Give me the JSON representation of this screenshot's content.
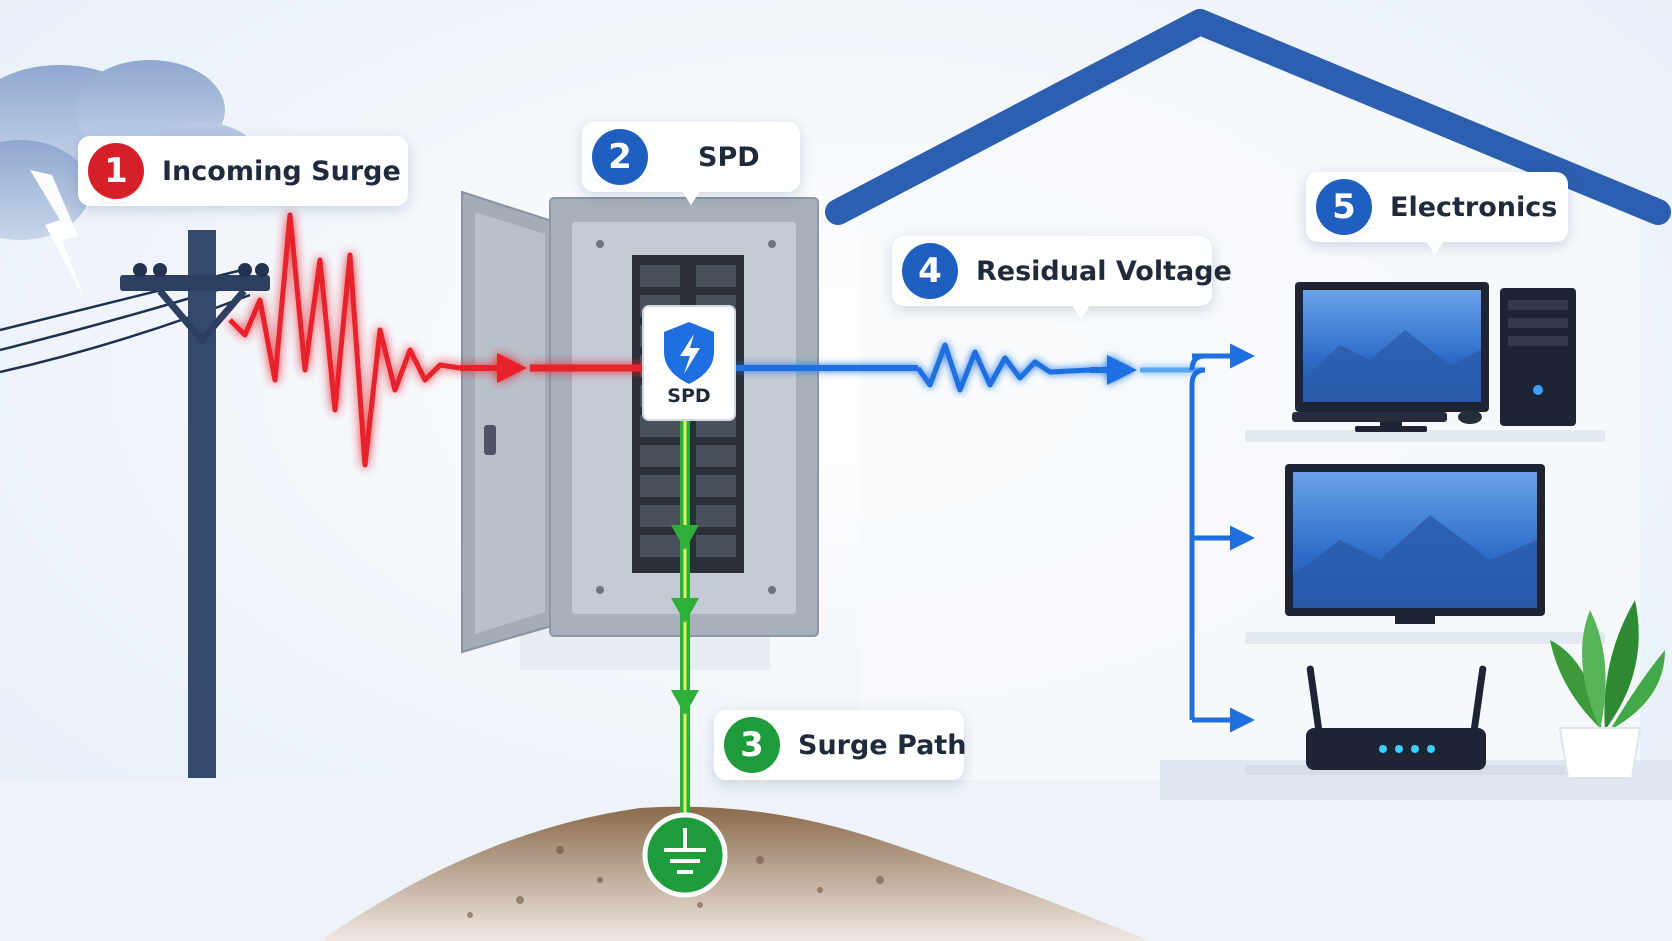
{
  "callouts": [
    {
      "number": "1",
      "label": "Incoming Surge",
      "color": "#d6202a"
    },
    {
      "number": "2",
      "label": "SPD",
      "color": "#1f5fbf"
    },
    {
      "number": "3",
      "label": "Surge Path",
      "color": "#1e9b3a"
    },
    {
      "number": "4",
      "label": "Residual Voltage",
      "color": "#1f5fbf"
    },
    {
      "number": "5",
      "label": "Electronics",
      "color": "#1f5fbf"
    }
  ],
  "spd_module": {
    "label": "SPD"
  },
  "colors": {
    "surge": "#e8232c",
    "clamped": "#1f6fe0",
    "ground": "#2fae3a",
    "roof": "#2d5fb0",
    "panel": "#9aa4b0"
  },
  "icons": {
    "spd_shield": "shield-lightning-icon",
    "ground": "ground-symbol-icon",
    "storm": "lightning-cloud-icon"
  }
}
